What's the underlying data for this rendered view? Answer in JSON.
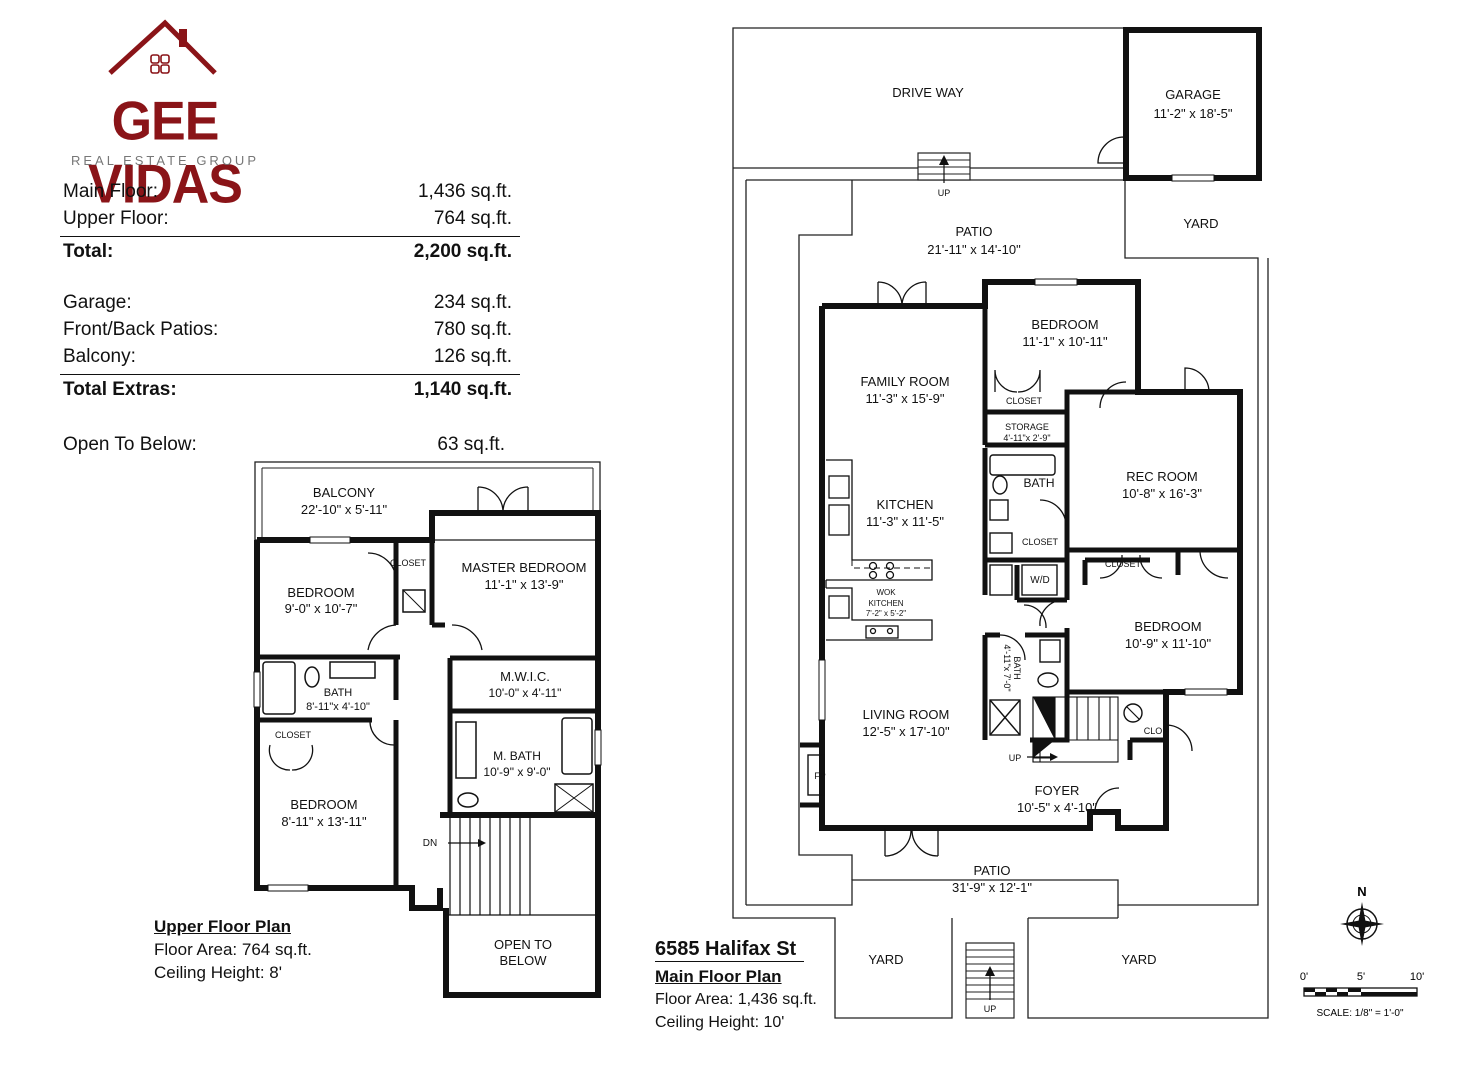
{
  "logo": {
    "brand": "GEE VIDAS",
    "subtitle": "REAL ESTATE GROUP",
    "brand_color": "#8a1418"
  },
  "areas": {
    "main_floor": {
      "label": "Main Floor:",
      "value": "1,436 sq.ft."
    },
    "upper_floor": {
      "label": "Upper Floor:",
      "value": "764 sq.ft."
    },
    "total": {
      "label": "Total:",
      "value": "2,200 sq.ft."
    },
    "garage": {
      "label": "Garage:",
      "value": "234 sq.ft."
    },
    "patios": {
      "label": "Front/Back Patios:",
      "value": "780 sq.ft."
    },
    "balcony": {
      "label": "Balcony:",
      "value": "126 sq.ft."
    },
    "total_extras": {
      "label": "Total Extras:",
      "value": "1,140 sq.ft."
    },
    "open_to_below": {
      "label": "Open To Below:",
      "value": "63 sq.ft."
    }
  },
  "upper_plan": {
    "rooms": {
      "balcony": {
        "name": "BALCONY",
        "dim": "22'-10\" x 5'-11\""
      },
      "bedroom1": {
        "name": "BEDROOM",
        "dim": "9'-0\" x 10'-7\""
      },
      "closet1": "CLOSET",
      "master": {
        "name": "MASTER BEDROOM",
        "dim": "11'-1\" x 13'-9\""
      },
      "bath": {
        "name": "BATH",
        "dim": "8'-11\"x 4'-10\""
      },
      "mwic": {
        "name": "M.W.I.C.",
        "dim": "10'-0\" x 4'-11\""
      },
      "closet2": "CLOSET",
      "mbath": {
        "name": "M. BATH",
        "dim": "10'-9\" x 9'-0\""
      },
      "bedroom2": {
        "name": "BEDROOM",
        "dim": "8'-11\" x 13'-11\""
      },
      "dn": "DN",
      "open": {
        "line1": "OPEN TO",
        "line2": "BELOW"
      }
    },
    "caption": {
      "title": "Upper Floor Plan",
      "area": "Floor Area: 764 sq.ft.",
      "ceiling": "Ceiling Height: 8'"
    }
  },
  "main_plan": {
    "rooms": {
      "driveway": "DRIVE WAY",
      "garage": {
        "name": "GARAGE",
        "dim": "11'-2\" x 18'-5\""
      },
      "up_top": "UP",
      "patio_back": {
        "name": "PATIO",
        "dim": "21'-11\" x 14'-10\""
      },
      "yard_right": "YARD",
      "bedroom1": {
        "name": "BEDROOM",
        "dim": "11'-1\" x 10'-11\""
      },
      "closet1": "CLOSET",
      "family": {
        "name": "FAMILY ROOM",
        "dim": "11'-3\" x 15'-9\""
      },
      "storage": {
        "name": "STORAGE",
        "dim": "4'-11\"x 2'-9\""
      },
      "bath1": "BATH",
      "rec": {
        "name": "REC ROOM",
        "dim": "10'-8\" x 16'-3\""
      },
      "kitchen": {
        "name": "KITCHEN",
        "dim": "11'-3\" x 11'-5\""
      },
      "closet2": "CLOSET",
      "wd": "W/D",
      "closet3": "CLOSET",
      "wok": {
        "line1": "WOK",
        "line2": "KITCHEN",
        "dim": "7'-2\" x 5'-2\""
      },
      "bedroom2": {
        "name": "BEDROOM",
        "dim": "10'-9\" x 11'-10\""
      },
      "bath2": {
        "name": "BATH",
        "dim": "4'-11\"x 7'-0\""
      },
      "living": {
        "name": "LIVING ROOM",
        "dim": "12'-5\" x 17'-10\""
      },
      "clo": "CLO",
      "fp": "FP",
      "up_stair": "UP",
      "foyer": {
        "name": "FOYER",
        "dim": "10'-5\" x 4'-10\""
      },
      "patio_front": {
        "name": "PATIO",
        "dim": "31'-9\" x 12'-1\""
      },
      "yard_left": "YARD",
      "yard_right2": "YARD",
      "up_bottom": "UP"
    },
    "caption": {
      "address": "6585 Halifax St",
      "title": "Main Floor Plan",
      "area": "Floor Area: 1,436 sq.ft.",
      "ceiling": "Ceiling Height: 10'"
    }
  },
  "compass": {
    "north": "N"
  },
  "scale": {
    "t0": "0'",
    "t5": "5'",
    "t10": "10'",
    "text": "SCALE: 1/8\" = 1'-0\""
  }
}
